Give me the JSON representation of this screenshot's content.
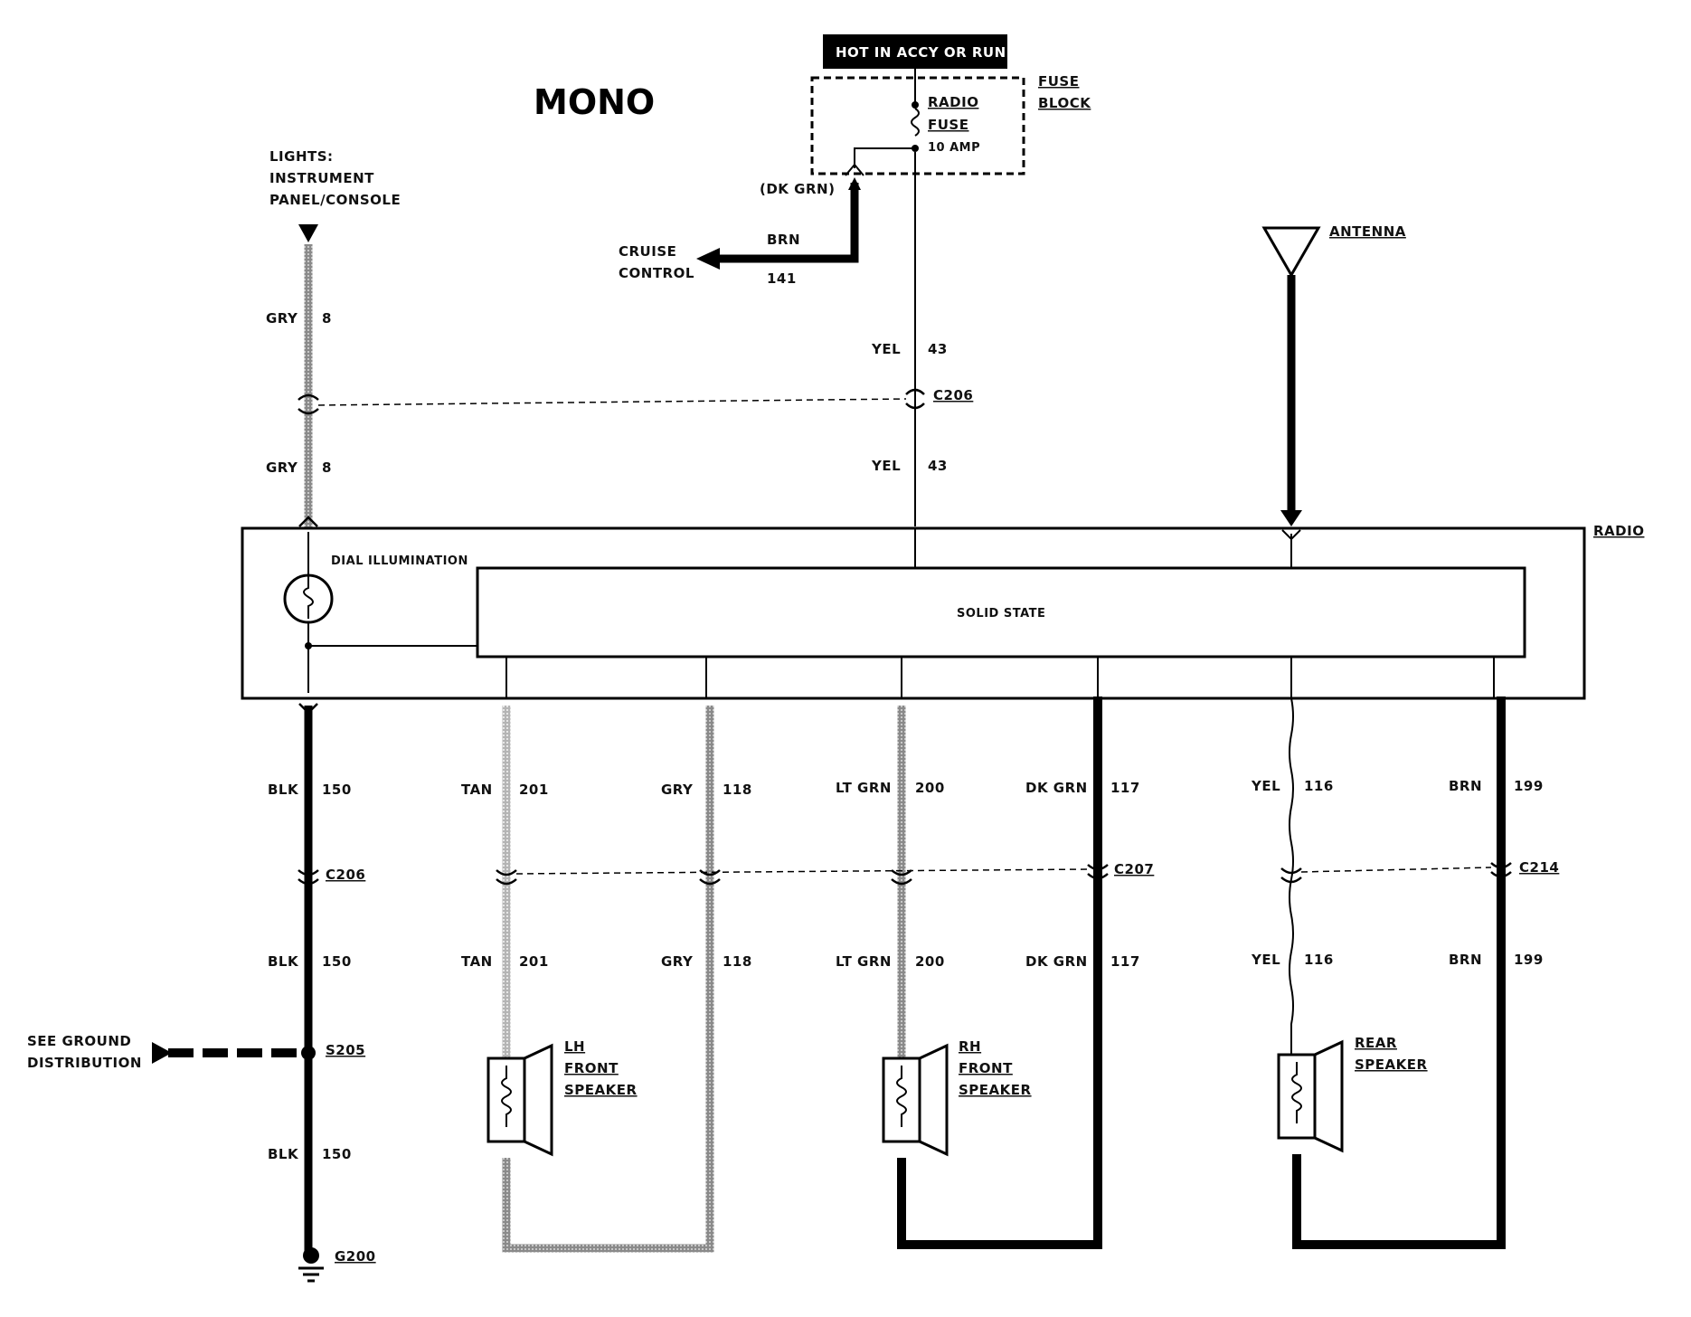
{
  "title": "MONO",
  "hot_label": "HOT IN ACCY OR RUN",
  "fuse_block": {
    "line1": "FUSE",
    "line2": "BLOCK"
  },
  "radio_fuse": {
    "line1": "RADIO",
    "line2": "FUSE",
    "rating": "10 AMP"
  },
  "dk_grn_tap": "(DK GRN)",
  "cruise": {
    "line1": "CRUISE",
    "line2": "CONTROL",
    "color": "BRN",
    "circuit": "141"
  },
  "lights": {
    "line1": "LIGHTS:",
    "line2": "INSTRUMENT",
    "line3": "PANEL/CONSOLE"
  },
  "antenna": "ANTENNA",
  "radio": "RADIO",
  "dial_illumination": "DIAL ILLUMINATION",
  "solid_state": "SOLID STATE",
  "connectors": {
    "c206_top": "C206",
    "c206_bottom": "C206",
    "c207": "C207",
    "c214": "C214",
    "s205": "S205",
    "g200": "G200"
  },
  "ground_ref": {
    "line1": "SEE GROUND",
    "line2": "DISTRIBUTION"
  },
  "wires_top": [
    {
      "color": "GRY",
      "circuit": "8"
    },
    {
      "color": "GRY",
      "circuit": "8"
    },
    {
      "color": "YEL",
      "circuit": "43"
    },
    {
      "color": "YEL",
      "circuit": "43"
    }
  ],
  "wires_bottom_upper": [
    {
      "color": "BLK",
      "circuit": "150"
    },
    {
      "color": "TAN",
      "circuit": "201"
    },
    {
      "color": "GRY",
      "circuit": "118"
    },
    {
      "color": "LT GRN",
      "circuit": "200"
    },
    {
      "color": "DK GRN",
      "circuit": "117"
    },
    {
      "color": "YEL",
      "circuit": "116"
    },
    {
      "color": "BRN",
      "circuit": "199"
    }
  ],
  "wires_bottom_lower": [
    {
      "color": "BLK",
      "circuit": "150"
    },
    {
      "color": "TAN",
      "circuit": "201"
    },
    {
      "color": "GRY",
      "circuit": "118"
    },
    {
      "color": "LT GRN",
      "circuit": "200"
    },
    {
      "color": "DK GRN",
      "circuit": "117"
    },
    {
      "color": "YEL",
      "circuit": "116"
    },
    {
      "color": "BRN",
      "circuit": "199"
    }
  ],
  "ground_lower": {
    "color": "BLK",
    "circuit": "150"
  },
  "speakers": {
    "lh": {
      "line1": "LH",
      "line2": "FRONT",
      "line3": "SPEAKER"
    },
    "rh": {
      "line1": "RH",
      "line2": "FRONT",
      "line3": "SPEAKER"
    },
    "rear": {
      "line1": "REAR",
      "line2": "SPEAKER"
    }
  }
}
